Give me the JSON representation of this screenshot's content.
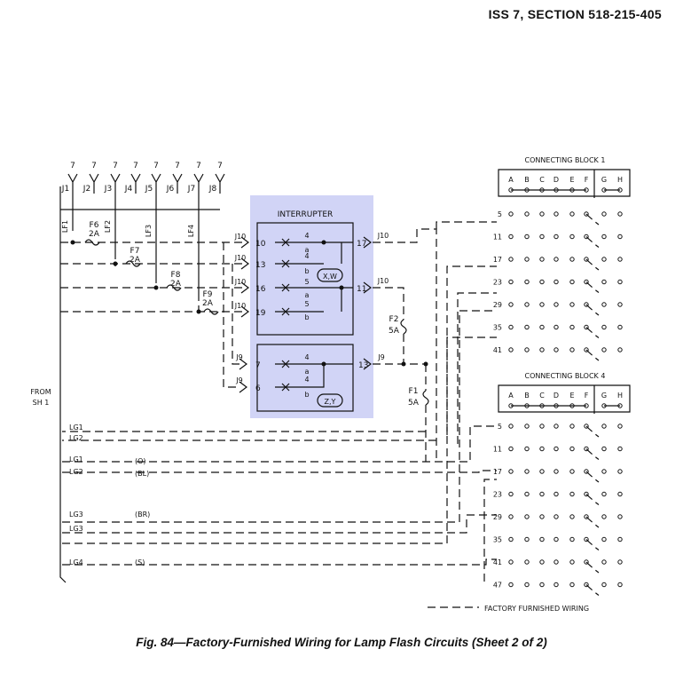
{
  "header": "ISS 7, SECTION 518-215-405",
  "caption": "Fig. 84—Factory-Furnished Wiring for Lamp Flash Circuits (Sheet 2 of 2)",
  "jacks": {
    "pins": [
      "7",
      "7",
      "7",
      "7",
      "7",
      "7",
      "7",
      "7"
    ],
    "labels": [
      "J1",
      "J2",
      "J3",
      "J4",
      "J5",
      "J6",
      "J7",
      "J8"
    ]
  },
  "lamp_flash_fuses": [
    "LF1",
    "LF2",
    "LF3",
    "LF4"
  ],
  "fuses": {
    "f6": [
      "F6",
      "2A"
    ],
    "f7": [
      "F7",
      "2A"
    ],
    "f8": [
      "F8",
      "2A"
    ],
    "f9": [
      "F9",
      "2A"
    ],
    "f2": [
      "F2",
      "5A"
    ],
    "f1": [
      "F1",
      "5A"
    ]
  },
  "interrupter": {
    "title": "INTERRUPTER",
    "upper_left_terms": [
      "10",
      "13",
      "16",
      "19"
    ],
    "upper_left_connector": [
      "J10",
      "J10",
      "J10",
      "J10"
    ],
    "upper_right_terms": [
      "17",
      "11"
    ],
    "upper_right_connector": [
      "J10",
      "J10"
    ],
    "upper_contacts": [
      "4",
      "a",
      "4",
      "b",
      "5",
      "a",
      "5",
      "b"
    ],
    "upper_badge": "X,W",
    "lower_left_terms": [
      "7",
      "6"
    ],
    "lower_left_connector": [
      "J9",
      "J9"
    ],
    "lower_right_term": "13",
    "lower_right_connector": "J9",
    "lower_contacts": [
      "4",
      "a",
      "4",
      "b"
    ],
    "lower_badge": "Z,Y"
  },
  "from_label": [
    "FROM",
    "SH 1"
  ],
  "lead_groups": [
    "LG1",
    "LG2",
    "LG1",
    "LG2",
    "LG3",
    "LG3",
    "LG4"
  ],
  "lead_colors": [
    "(O)",
    "(BL)",
    "(BR)",
    "(S)"
  ],
  "block1": {
    "title": "CONNECTING BLOCK 1",
    "letters": [
      "A",
      "B",
      "C",
      "D",
      "E",
      "F",
      "G",
      "H"
    ],
    "rows": [
      "5",
      "11",
      "17",
      "23",
      "29",
      "35",
      "41"
    ]
  },
  "block4": {
    "title": "CONNECTING BLOCK 4",
    "letters": [
      "A",
      "B",
      "C",
      "D",
      "E",
      "F",
      "G",
      "H"
    ],
    "rows": [
      "5",
      "11",
      "17",
      "23",
      "29",
      "35",
      "41",
      "47"
    ]
  },
  "legend": "FACTORY FURNISHED WIRING"
}
